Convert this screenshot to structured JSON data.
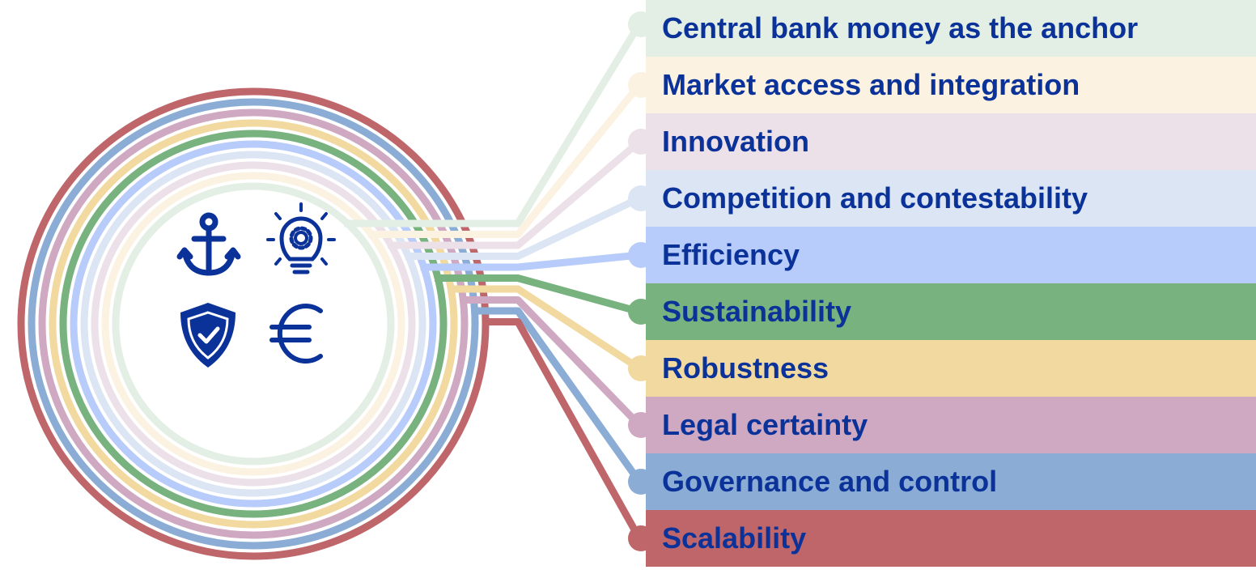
{
  "items": [
    {
      "label": "Central bank money as the anchor",
      "color": "#e3efe5",
      "icon": "anchor-icon"
    },
    {
      "label": "Market access and integration",
      "color": "#fbf2e1",
      "icon": ""
    },
    {
      "label": "Innovation",
      "color": "#ede1e9",
      "icon": "lightbulb-icon"
    },
    {
      "label": "Competition and contestability",
      "color": "#dbe5f3",
      "icon": ""
    },
    {
      "label": "Efficiency",
      "color": "#b7ccfa",
      "icon": ""
    },
    {
      "label": "Sustainability",
      "color": "#77b27f",
      "icon": ""
    },
    {
      "label": "Robustness",
      "color": "#f1d9a0",
      "icon": "shield-check-icon"
    },
    {
      "label": "Legal certainty",
      "color": "#cfa8c1",
      "icon": ""
    },
    {
      "label": "Governance and control",
      "color": "#8badd5",
      "icon": ""
    },
    {
      "label": "Scalability",
      "color": "#bf666b",
      "icon": "euro-icon"
    }
  ],
  "icons": [
    "anchor-icon",
    "lightbulb-icon",
    "shield-check-icon",
    "euro-icon"
  ],
  "text_color": "#0a3299",
  "icon_color": "#0a3299"
}
